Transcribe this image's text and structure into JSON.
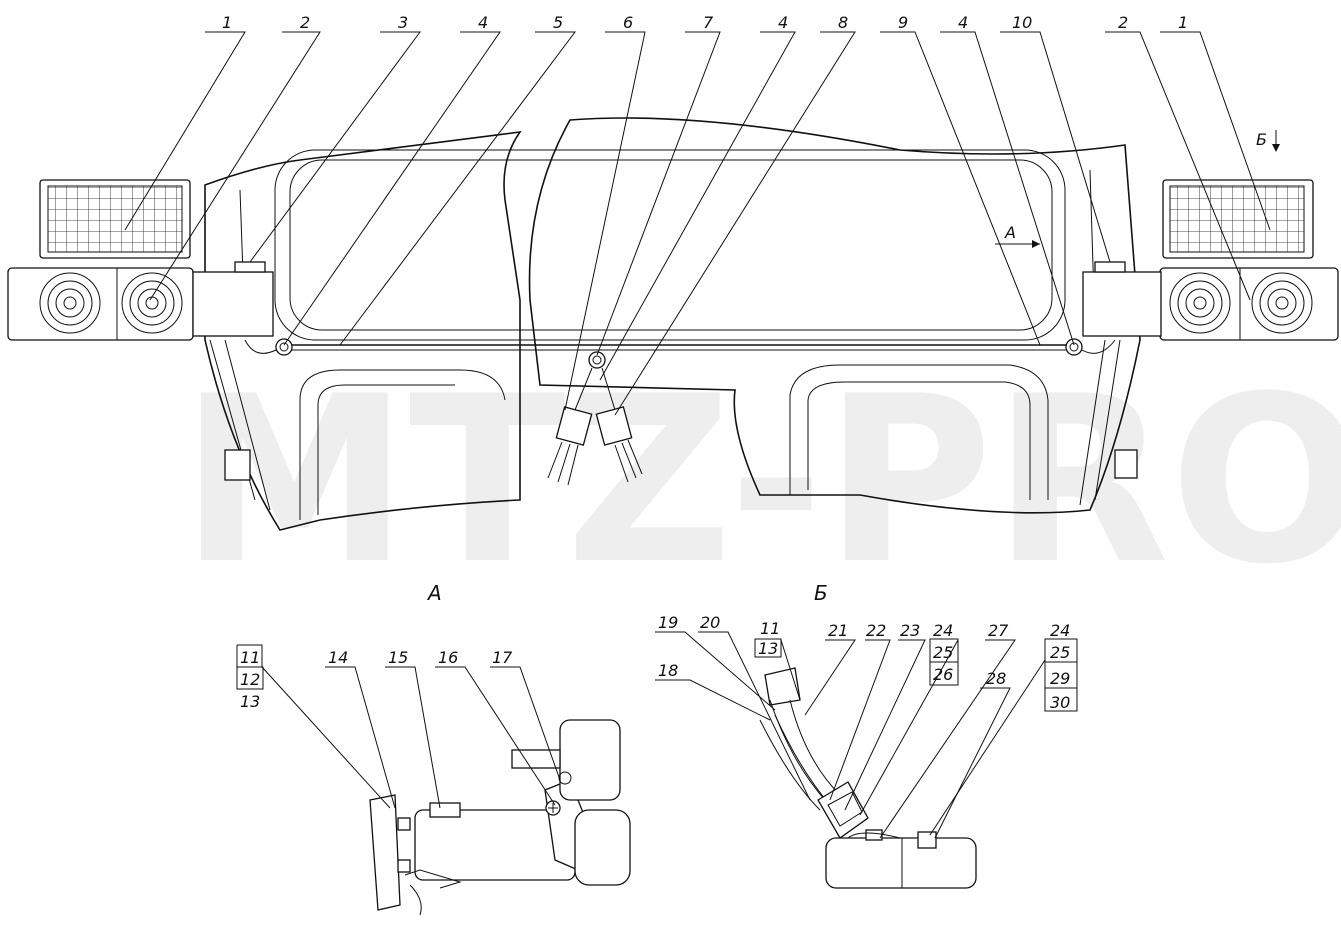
{
  "watermark": "MTZ-PRO",
  "views": {
    "a": "A",
    "b": "Б"
  },
  "main_callouts": [
    "1",
    "2",
    "3",
    "4",
    "5",
    "6",
    "7",
    "4",
    "8",
    "9",
    "4",
    "10",
    "2",
    "1"
  ],
  "view_a_callouts": {
    "stack": [
      "11",
      "12",
      "13"
    ],
    "single": [
      "14",
      "15",
      "16",
      "17"
    ]
  },
  "view_b_callouts": {
    "top_single": [
      "19",
      "20",
      "21",
      "22",
      "23",
      "27",
      "28",
      "18"
    ],
    "stack_11_13": [
      "11",
      "13"
    ],
    "stack_24_26": [
      "24",
      "25",
      "26"
    ],
    "stack_24_30": [
      "24",
      "25",
      "29",
      "30"
    ]
  }
}
